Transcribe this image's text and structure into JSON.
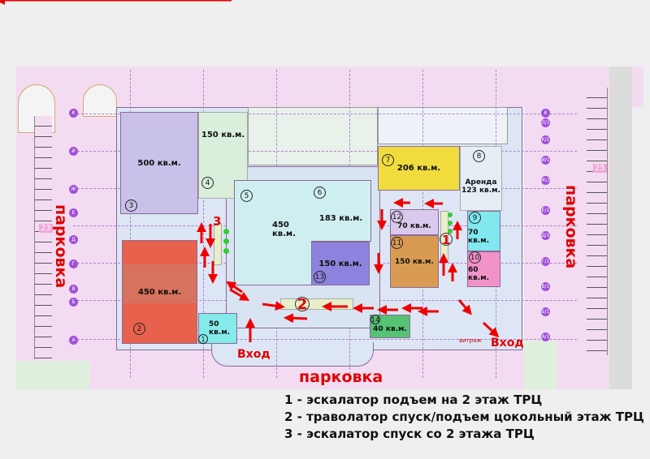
{
  "parking_label": "парковка",
  "entrance_label": "Вход",
  "vitrazh_label": "витраж",
  "parking_tags": [
    "23",
    "25"
  ],
  "rooms": [
    {
      "num": "3",
      "area": "500 кв.м.",
      "color": "#c9c1e9"
    },
    {
      "num": "4",
      "area": "150 кв.м.",
      "color": "#d9efdc"
    },
    {
      "num": "2",
      "area": "450 кв.м.",
      "color": "#e86a55"
    },
    {
      "num": "1",
      "area": "50 кв.м.",
      "color": "#84eaea"
    },
    {
      "num": "5",
      "area": "450 кв.м.",
      "color": "#cfeef0"
    },
    {
      "num": "6",
      "area": "183 кв.м.",
      "color": "#cfeef0"
    },
    {
      "num": "13",
      "area": "150 кв.м.",
      "color": "#8d82dd"
    },
    {
      "num": "7",
      "area": "206 кв.м.",
      "color": "#f1dc3e"
    },
    {
      "num": "8",
      "area": "Аренда 123 кв.м.",
      "color": "#e4eef4"
    },
    {
      "num": "12",
      "area": "70 кв.м.",
      "color": "#d9c9ec"
    },
    {
      "num": "11",
      "area": "150 кв.м.",
      "color": "#d99b52"
    },
    {
      "num": "9",
      "area": "70 кв.м.",
      "color": "#80e8ee"
    },
    {
      "num": "10",
      "area": "60 кв.м.",
      "color": "#f192c9"
    },
    {
      "num": "14",
      "area": "40 кв.м.",
      "color": "#56c274"
    }
  ],
  "markers": [
    "1",
    "2",
    "3"
  ],
  "axes_left": [
    "К",
    "И",
    "Ж",
    "Е",
    "Д",
    "Г",
    "В",
    "Б",
    "А"
  ],
  "axes_right": [
    "К",
    "Л/1",
    "К/1",
    "И/1",
    "Ж/1",
    "Е/1",
    "Д/1",
    "Г/1",
    "В/1",
    "Б/1",
    "А/1"
  ],
  "legend": [
    "1 - эскалатор подъем на 2 этаж ТРЦ",
    "2 - траволатор спуск/подъем цокольный этаж ТРЦ",
    "3 - эскалатор спуск со 2 этажа ТРЦ"
  ]
}
